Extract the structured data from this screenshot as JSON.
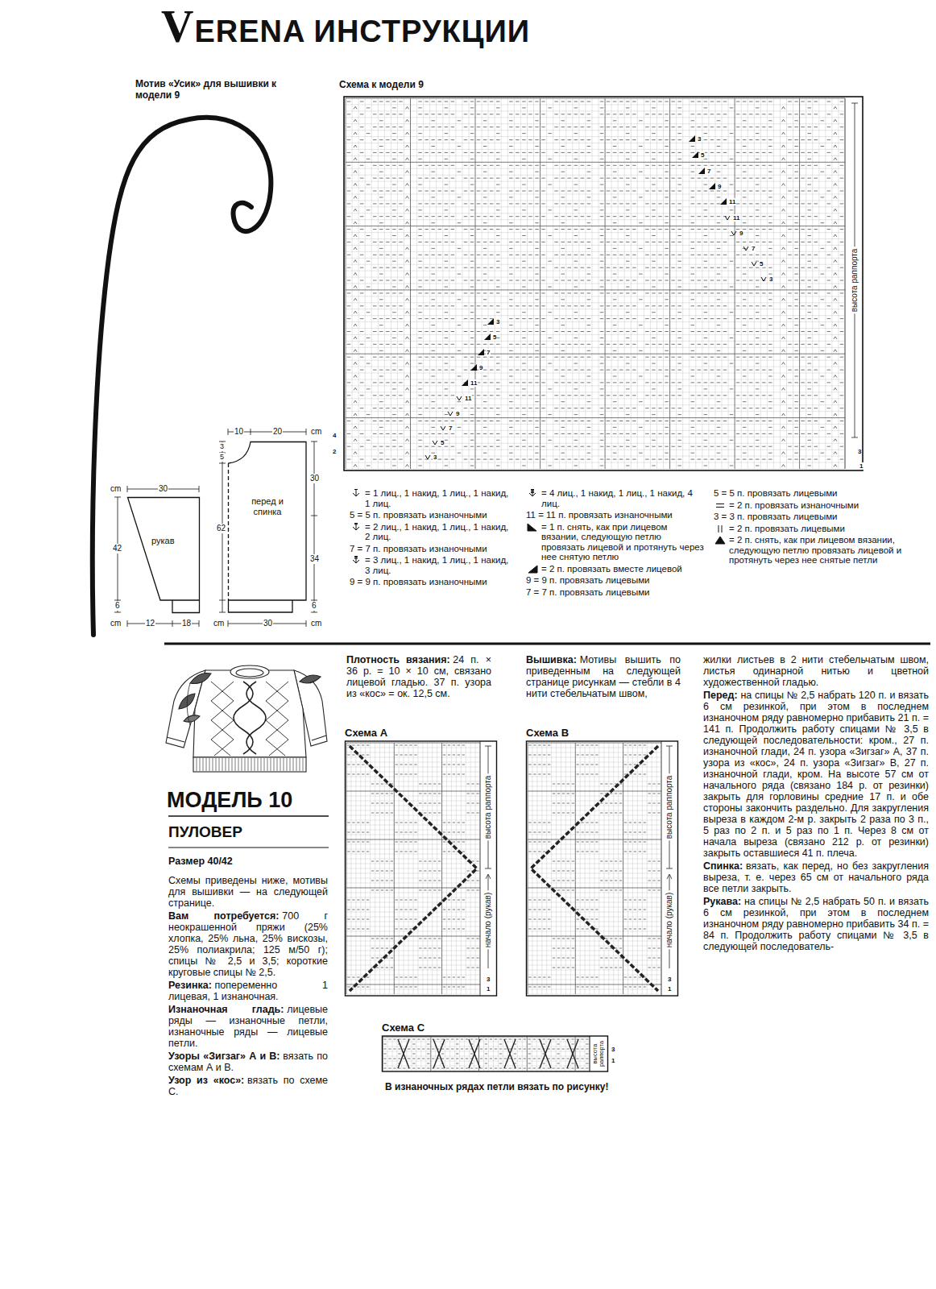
{
  "diagram": {
    "title": "VERENA ИНСТРУКЦИИ",
    "nodes": [
      {
        "text": [
          "Схема к модели 9",
          "высота раппорта"
        ]
      },
      {
        "text": [
          "рукав"
        ]
      },
      {
        "text": [
          "перед и спинка"
        ]
      },
      {
        "text": [
          "Схема А",
          "высота раппорта",
          "начало (рукав)"
        ]
      },
      {
        "text": [
          "Схема В",
          "высота раппорта",
          "начало (рукав)"
        ]
      },
      {
        "text": [
          "Схема С",
          "высота раппорта"
        ]
      }
    ],
    "labels": [
      "Мотив «Усик» для вышивки к модели 9",
      "4",
      "2",
      "3",
      "1",
      "3",
      "5",
      "7",
      "9",
      "11",
      "11",
      "9",
      "7",
      "5",
      "3",
      "3",
      "5",
      "7",
      "9",
      "11",
      "11",
      "9",
      "7",
      "5",
      "3",
      "cm",
      "30",
      "42",
      "6",
      "cm",
      "12",
      "18",
      "10",
      "20",
      "cm",
      "3",
      "5",
      "62",
      "30",
      "34",
      "6",
      "cm",
      "30",
      "cm",
      "МОДЕЛЬ 10",
      "ПУЛОВЕР",
      "Размер 40/42",
      "Схемы приведены ниже, мотивы для вышивки — на следующей странице.",
      "Вам потребуется:",
      "700 г неокрашенной пряжи (25% хлопка, 25% льна, 25% вискозы, 25% полиакрила; 125 м/50 г); спицы № 2,5 и 3,5; короткие круговые спицы № 2,5.",
      "Резинка:",
      "попеременно 1 лицевая, 1 изнаночная.",
      "Изнаночная гладь:",
      "лицевые ряды — изнаночные петли, изнаночные ряды — лицевые петли.",
      "Узоры «Зигзаг» А и В:",
      "вязать по схемам А и В.",
      "Узор из «кос»:",
      "вязать по схеме С.",
      "Плотность вязания:",
      "24 п. × 36 р. = 10 × 10 см, связано лицевой гладью. 37 п. узора из «кос» = ок. 12,5 см.",
      "Вышивка:",
      "Мотивы вышить по приведенным на следующей странице рисункам — стебли в 4 нити стебельчатым швом,",
      "жилки листьев в 2 нити стебельчатым швом, листья одинарной нитью и цветной художественной гладью.",
      "Перед:",
      "на спицы № 2,5 набрать 120 п. и вязать 6 см резинкой, при этом в последнем изнаночном ряду равномерно прибавить 21 п. = 141 п. Продолжить работу спицами № 3,5 в следующей последовательности: кром., 27 п. изнаночной глади, 24 п. узора «Зигзаг» А, 37 п. узора из «кос», 24 п. узора «Зигзаг» В, 27 п. изнаночной глади, кром. На высоте 57 см от начального ряда (связано 184 р. от резинки) закрыть для горловины средние 17 п. и обе стороны закончить раздельно. Для закругления выреза в каждом 2-м р. закрыть 2 раза по 3 п., 5 раз по 2 п. и 5 раз по 1 п. Через 8 см от начала выреза (связано 212 р. от резинки) закрыть оставшиеся 41 п. плеча.",
      "Спинка:",
      "вязать, как перед, но без закругления выреза, т. е. через 65 см от начального ряда все петли закрыть.",
      "Рукава:",
      "на спицы № 2,5 набрать 50 п. и вязать 6 см резинкой, при этом в последнем изнаночном ряду равномерно прибавить 34 п. = 84 п. Продолжить работу спицами № 3,5 в следующей последователь-",
      "3",
      "1",
      "3",
      "1",
      "3",
      "1",
      "В изнаночных рядах петли вязать по рисунку!"
    ],
    "legend": [
      {
        "text": "= 1 лиц., 1 накид, 1 лиц., 1 накид, 1 лиц."
      },
      {
        "text": "5 = 5 п. провязать изнаночными"
      },
      {
        "text": "= 2 лиц., 1 накид, 1 лиц., 1 накид, 2 лиц."
      },
      {
        "text": "7 = 7 п. провязать изнаночными"
      },
      {
        "text": "= 3 лиц., 1 накид, 1 лиц., 1 накид, 3 лиц."
      },
      {
        "text": "9 = 9 п. провязать изнаночными"
      },
      {
        "text": "= 4 лиц., 1 накид, 1 лиц., 1 накид, 4 лиц."
      },
      {
        "text": "11 = 11 п. провязать изнаночными"
      },
      {
        "text": "= 1 п. снять, как при лицевом вязании, следующую петлю провязать лицевой и протянуть через нее снятую петлю"
      },
      {
        "text": "= 2 п. провязать вместе лицевой"
      },
      {
        "text": "9 = 9 п. провязать лицевыми"
      },
      {
        "text": "7 = 7 п. провязать лицевыми"
      },
      {
        "text": "5 = 5 п. провязать лицевыми"
      },
      {
        "text": "= 2 п. провязать изнаночными"
      },
      {
        "text": "3 = 3 п. провязать лицевыми"
      },
      {
        "text": "= 2 п. провязать лицевыми"
      },
      {
        "text": "= 2 п. снять, как при лицевом вязании, следующую петлю провязать лицевой и протянуть через нее снятые петли"
      }
    ]
  }
}
